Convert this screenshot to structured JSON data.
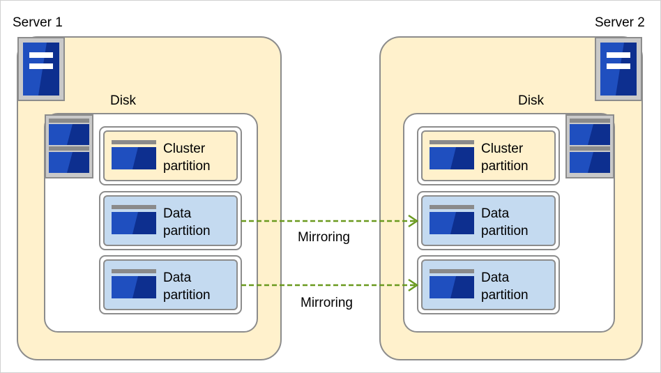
{
  "servers": [
    {
      "title": "Server 1",
      "disk_label": "Disk",
      "partitions": [
        {
          "label_line1": "Cluster",
          "label_line2": "partition",
          "kind": "cluster"
        },
        {
          "label_line1": "Data",
          "label_line2": "partition",
          "kind": "data"
        },
        {
          "label_line1": "Data",
          "label_line2": "partition",
          "kind": "data"
        }
      ]
    },
    {
      "title": "Server 2",
      "disk_label": "Disk",
      "partitions": [
        {
          "label_line1": "Cluster",
          "label_line2": "partition",
          "kind": "cluster"
        },
        {
          "label_line1": "Data",
          "label_line2": "partition",
          "kind": "data"
        },
        {
          "label_line1": "Data",
          "label_line2": "partition",
          "kind": "data"
        }
      ]
    }
  ],
  "mirrors": [
    {
      "label": "Mirroring"
    },
    {
      "label": "Mirroring"
    }
  ],
  "colors": {
    "server_fill": "#fff1cc",
    "data_fill": "#c4daf0",
    "arrow": "#6a9a1f",
    "icon_blue": "#1f4fbf",
    "icon_dark": "#0d2f8f"
  }
}
